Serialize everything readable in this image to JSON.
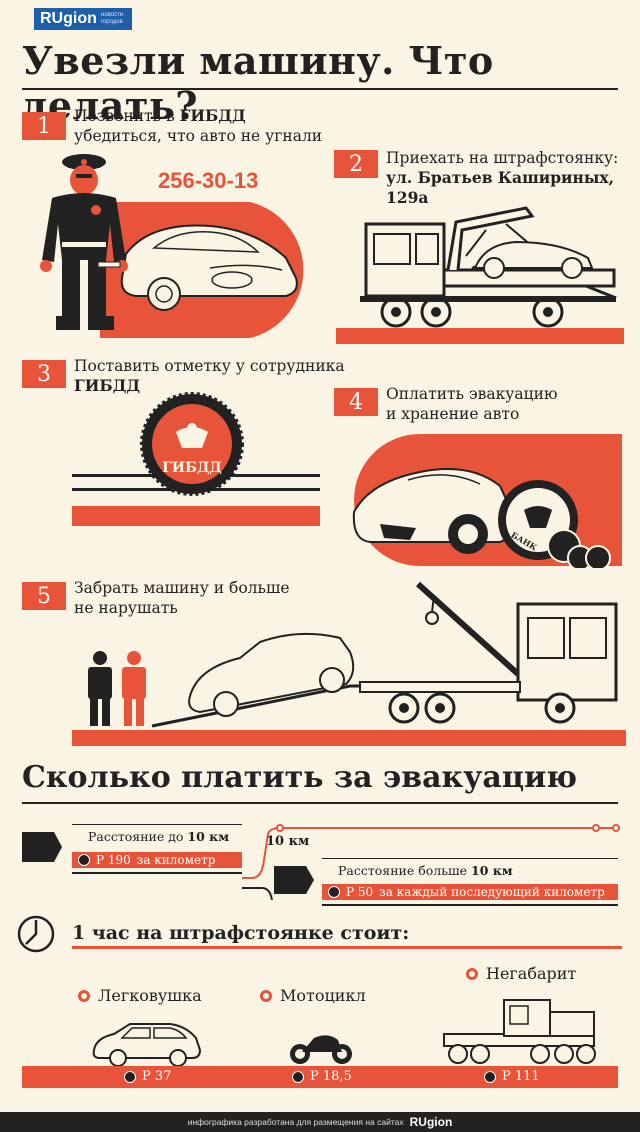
{
  "brand": {
    "logo": "RUgion",
    "tagline": "новости городов"
  },
  "title": "Увезли машину. Что делать?",
  "steps": [
    {
      "num": "1",
      "line1_prefix": "Позвонить в ",
      "line1_bold": "ГИБДД",
      "line2": "убедиться, что авто не угнали",
      "phone": "256-30-13"
    },
    {
      "num": "2",
      "line1": "Приехать на штрафстоянку:",
      "line2_bold": "ул. Братьев Кашириных,",
      "line3_bold": "129а"
    },
    {
      "num": "3",
      "line1": "Поставить отметку у сотрудника",
      "line2_bold": "ГИБДД",
      "stamp_text": "ГИБДД"
    },
    {
      "num": "4",
      "line1": "Оплатить эвакуацию",
      "line2": "и хранение авто",
      "coin_text": "БАНК"
    },
    {
      "num": "5",
      "line1": "Забрать машину и больше",
      "line2": "не нарушать"
    }
  ],
  "section2_title": "Сколько платить за эвакуацию",
  "pricing": {
    "near": {
      "label_prefix": "Расстояние до ",
      "label_bold": "10 км",
      "price": "Р 190",
      "unit": "за километр"
    },
    "threshold": "10 км",
    "far": {
      "label_prefix": "Расстояние больше ",
      "label_bold": "10 км",
      "price": "Р 50",
      "unit": "за каждый последующий километр"
    }
  },
  "parking_title": "1 час на штрафстоянке стоит:",
  "vehicles": [
    {
      "name": "Легковушка",
      "price": "Р 37"
    },
    {
      "name": "Мотоцикл",
      "price": "Р 18,5"
    },
    {
      "name": "Негабарит",
      "price": "Р 111"
    }
  ],
  "footer": {
    "text": "инфографика разработана для размещения на сайтах",
    "brand": "RUgion"
  },
  "colors": {
    "accent": "#e8543a",
    "dark": "#222222",
    "background": "#faf4e4",
    "logo": "#1f5fa8"
  }
}
